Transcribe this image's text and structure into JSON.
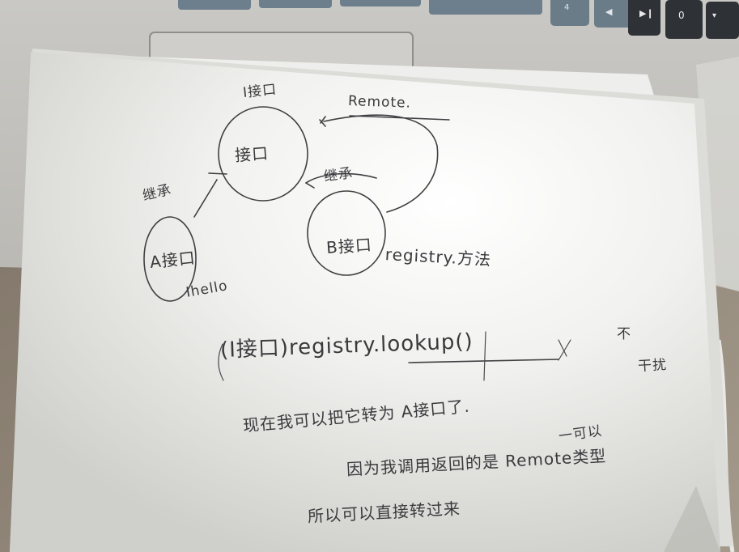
{
  "scene": {
    "kind": "photo-of-handwritten-note"
  },
  "keyboard": {
    "keys": [
      {
        "label": "4",
        "icon": ""
      },
      {
        "label": "",
        "icon": "chevron-left-icon"
      },
      {
        "label": "",
        "icon": "play-pause-icon"
      },
      {
        "label": "0",
        "icon": "mute-icon"
      },
      {
        "label": "",
        "icon": "volume-icon"
      }
    ]
  },
  "note": {
    "diagram": {
      "i_interface": "I接口",
      "interface_node": "接口",
      "a_interface": "A接口",
      "b_interface": "B接口",
      "inherit_left": "继承",
      "inherit_right": "继承",
      "hello": "Ihello",
      "remote": "Remote.",
      "registry": "registry.方法"
    },
    "lines": {
      "lookup": "(I接口)registry.lookup()",
      "not": "不",
      "unable": "干扰",
      "line1": "现在我可以把它转为 A接口了.",
      "line2_top": "一可以",
      "line2": "因为我调用返回的是 Remote类型",
      "line3": "所以可以直接转过来"
    }
  }
}
